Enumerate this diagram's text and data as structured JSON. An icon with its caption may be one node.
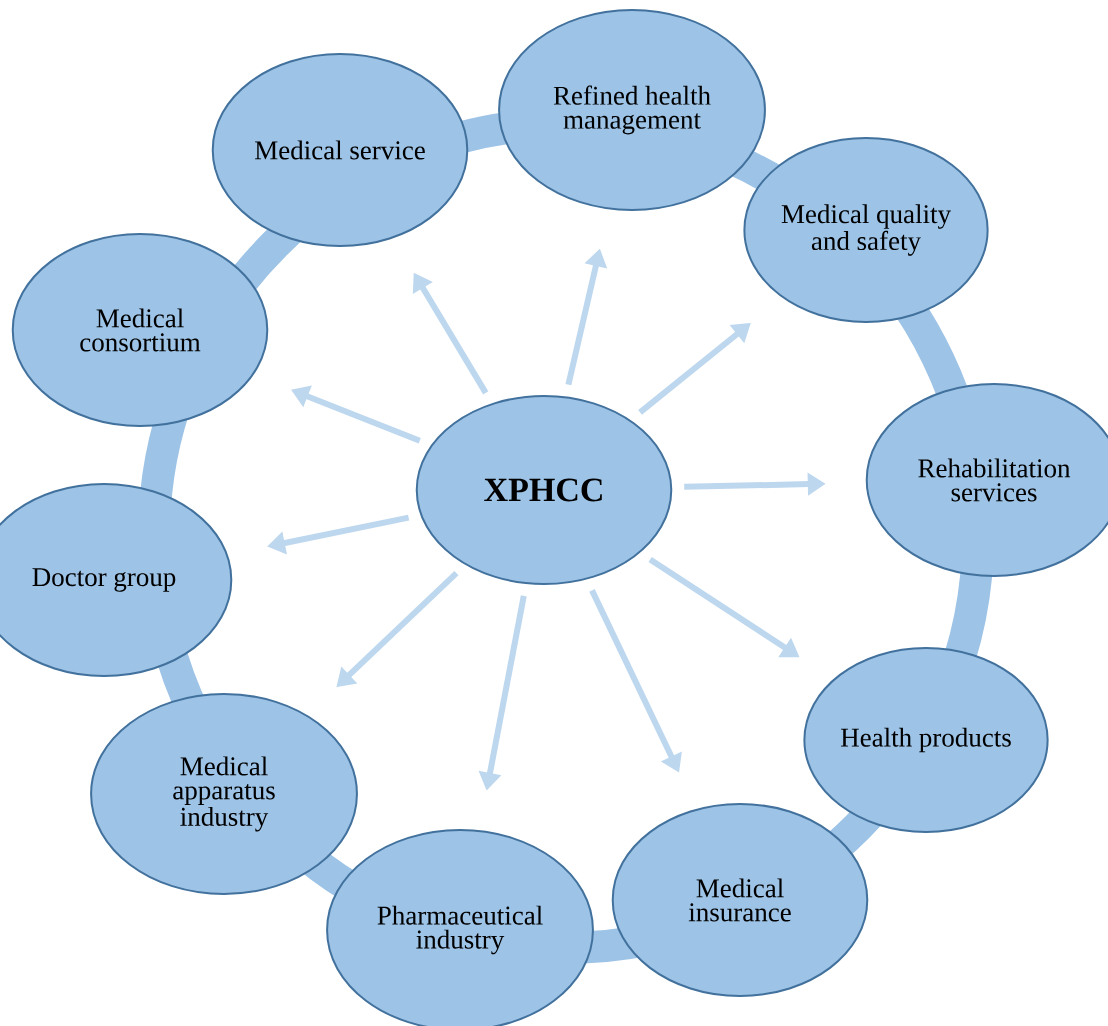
{
  "diagram": {
    "nodes": [
      {
        "text": [
          "XPHCC"
        ]
      },
      {
        "text": [
          "Medical service"
        ]
      },
      {
        "text": [
          "Refined health management"
        ]
      },
      {
        "text": [
          "Medical quality and safety"
        ]
      },
      {
        "text": [
          "Rehabilitation services"
        ]
      },
      {
        "text": [
          "Health products"
        ]
      },
      {
        "text": [
          "Medical insurance"
        ]
      },
      {
        "text": [
          "Pharmaceutical industry"
        ]
      },
      {
        "text": [
          "Medical apparatus industry"
        ]
      },
      {
        "text": [
          "Doctor group"
        ]
      },
      {
        "text": [
          "Medical consortium"
        ]
      }
    ],
    "edges": [
      {
        "from": 0,
        "to": 1,
        "arrow": "to"
      },
      {
        "from": 0,
        "to": 2,
        "arrow": "to"
      },
      {
        "from": 0,
        "to": 3,
        "arrow": "to"
      },
      {
        "from": 0,
        "to": 4,
        "arrow": "to"
      },
      {
        "from": 0,
        "to": 5,
        "arrow": "to"
      },
      {
        "from": 0,
        "to": 6,
        "arrow": "to"
      },
      {
        "from": 0,
        "to": 7,
        "arrow": "to"
      },
      {
        "from": 0,
        "to": 8,
        "arrow": "to"
      },
      {
        "from": 0,
        "to": 9,
        "arrow": "to"
      },
      {
        "from": 0,
        "to": 10,
        "arrow": "to"
      }
    ]
  }
}
